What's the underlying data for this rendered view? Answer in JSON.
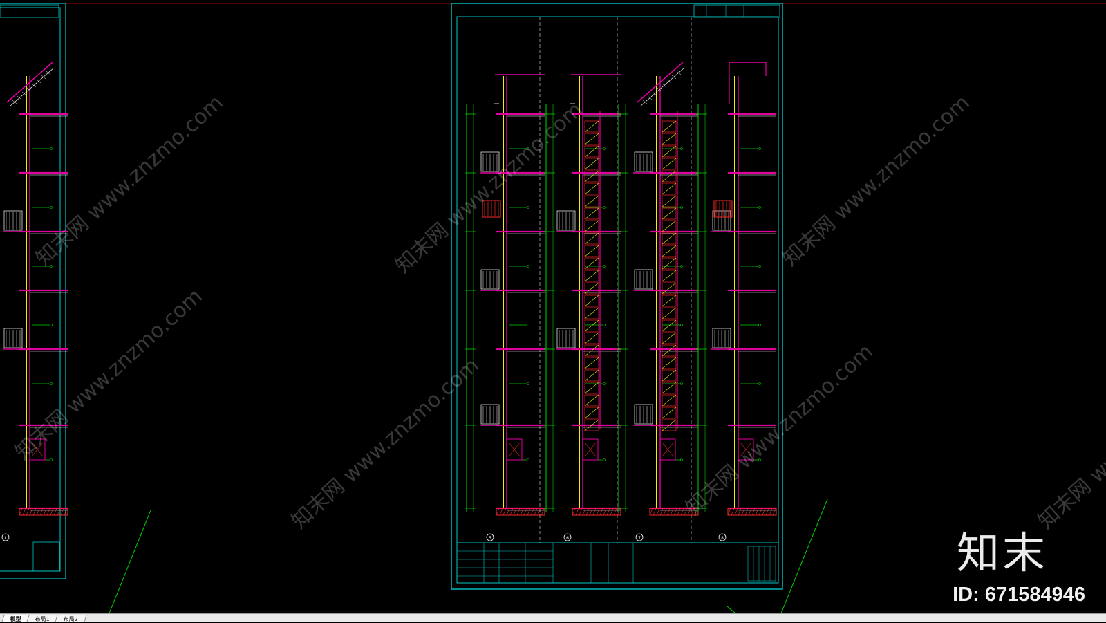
{
  "drawing": {
    "detail_labels": [
      "5",
      "6",
      "7",
      "8"
    ],
    "left_detail_label": "L"
  },
  "tabs": [
    {
      "label": "模型",
      "active": true
    },
    {
      "label": "布局1",
      "active": false
    },
    {
      "label": "布局2",
      "active": false
    }
  ],
  "watermark": {
    "text": "知末网 www.znzmo.com"
  },
  "brand": {
    "logo": "知末",
    "id_text": "ID: 671584946"
  },
  "colors": {
    "background": "#000000",
    "frame": "#00c8c8",
    "magenta": "#e0009e",
    "green": "#00d200",
    "yellow": "#f0f000",
    "red": "#ff2a2a",
    "white": "#ffffff"
  }
}
